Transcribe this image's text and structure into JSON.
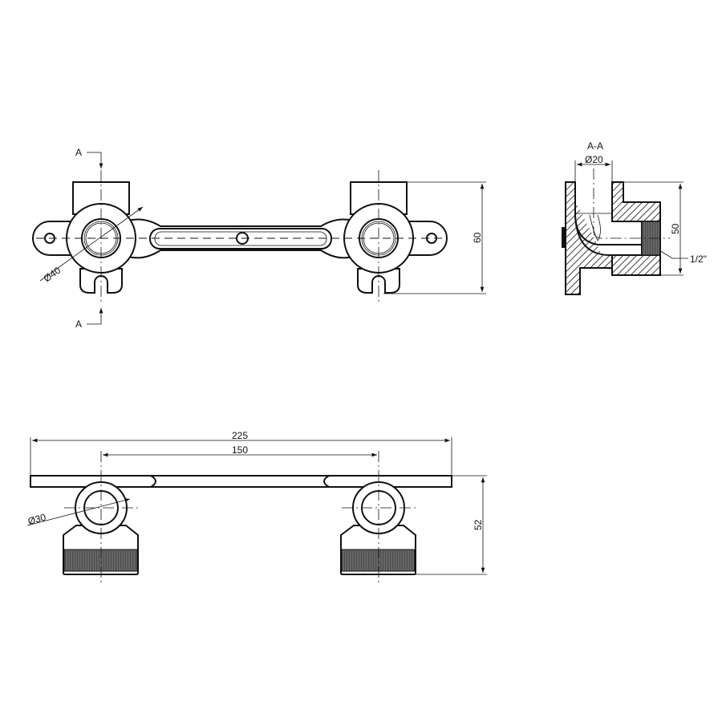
{
  "drawing": {
    "section_marker": "A",
    "section_title": "A-A",
    "dimensions": {
      "outer_diameter": "Ø40",
      "height_top_view": "60",
      "bore_diameter": "Ø20",
      "section_height": "50",
      "thread": "1/2\"",
      "overall_length": "225",
      "center_distance": "150",
      "pipe_diameter": "Ø30",
      "height_bottom_view": "52"
    }
  }
}
